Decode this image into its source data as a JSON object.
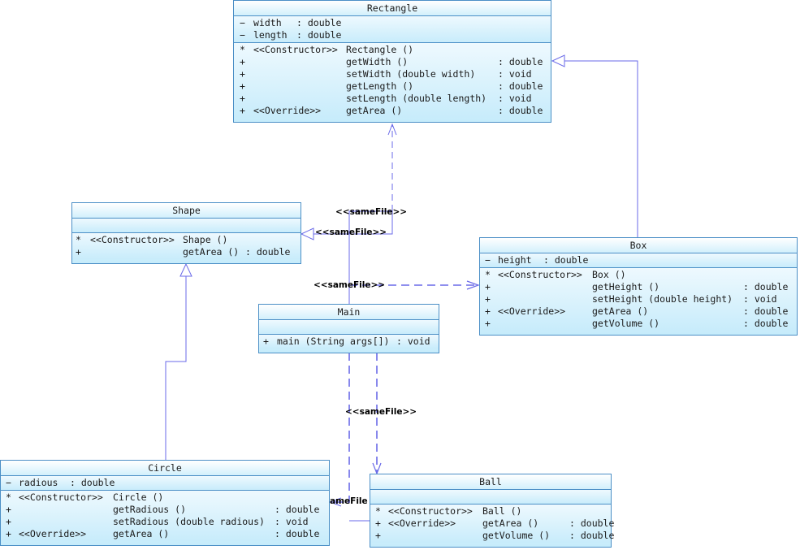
{
  "stereo_label": "<<sameFile>>",
  "stereo_label_clipped": "ameFile",
  "classes": {
    "rectangle": {
      "name": "Rectangle",
      "attributes": [
        {
          "vis": "−",
          "name": "width",
          "type": ": double"
        },
        {
          "vis": "−",
          "name": "length",
          "type": ": double"
        }
      ],
      "operations": [
        {
          "vis": "*",
          "stereo": "<<Constructor>>",
          "name": "Rectangle ()",
          "type": ""
        },
        {
          "vis": "+",
          "stereo": "",
          "name": "getWidth ()",
          "type": ": double"
        },
        {
          "vis": "+",
          "stereo": "",
          "name": "setWidth (double width)",
          "type": ": void"
        },
        {
          "vis": "+",
          "stereo": "",
          "name": "getLength ()",
          "type": ": double"
        },
        {
          "vis": "+",
          "stereo": "",
          "name": "setLength (double length)",
          "type": ": void"
        },
        {
          "vis": "+",
          "stereo": "<<Override>>",
          "name": "getArea ()",
          "type": ": double"
        }
      ]
    },
    "shape": {
      "name": "Shape",
      "attributes": [],
      "operations": [
        {
          "vis": "*",
          "stereo": "<<Constructor>>",
          "name": "Shape ()",
          "type": ""
        },
        {
          "vis": "+",
          "stereo": "",
          "name": "getArea ()",
          "type": ": double"
        }
      ]
    },
    "box": {
      "name": "Box",
      "attributes": [
        {
          "vis": "−",
          "name": "height",
          "type": ": double"
        }
      ],
      "operations": [
        {
          "vis": "*",
          "stereo": "<<Constructor>>",
          "name": "Box ()",
          "type": ""
        },
        {
          "vis": "+",
          "stereo": "",
          "name": "getHeight ()",
          "type": ": double"
        },
        {
          "vis": "+",
          "stereo": "",
          "name": "setHeight (double height)",
          "type": ": void"
        },
        {
          "vis": "+",
          "stereo": "<<Override>>",
          "name": "getArea ()",
          "type": ": double"
        },
        {
          "vis": "+",
          "stereo": "",
          "name": "getVolume ()",
          "type": ": double"
        }
      ]
    },
    "main": {
      "name": "Main",
      "attributes": [],
      "operations": [
        {
          "vis": "+",
          "stereo": "",
          "name": "main (String args[])",
          "type": ": void"
        }
      ]
    },
    "circle": {
      "name": "Circle",
      "attributes": [
        {
          "vis": "−",
          "name": "radious",
          "type": ": double"
        }
      ],
      "operations": [
        {
          "vis": "*",
          "stereo": "<<Constructor>>",
          "name": "Circle ()",
          "type": ""
        },
        {
          "vis": "+",
          "stereo": "",
          "name": "getRadious ()",
          "type": ": double"
        },
        {
          "vis": "+",
          "stereo": "",
          "name": "setRadious (double radious)",
          "type": ": void"
        },
        {
          "vis": "+",
          "stereo": "<<Override>>",
          "name": "getArea ()",
          "type": ": double"
        }
      ]
    },
    "ball": {
      "name": "Ball",
      "attributes": [],
      "operations": [
        {
          "vis": "*",
          "stereo": "<<Constructor>>",
          "name": "Ball ()",
          "type": ""
        },
        {
          "vis": "+",
          "stereo": "<<Override>>",
          "name": "getArea ()",
          "type": ": double"
        },
        {
          "vis": "+",
          "stereo": "",
          "name": "getVolume ()",
          "type": ": double"
        }
      ]
    }
  },
  "colors": {
    "line": "#6a6ae8",
    "border": "#4b8fc6"
  }
}
